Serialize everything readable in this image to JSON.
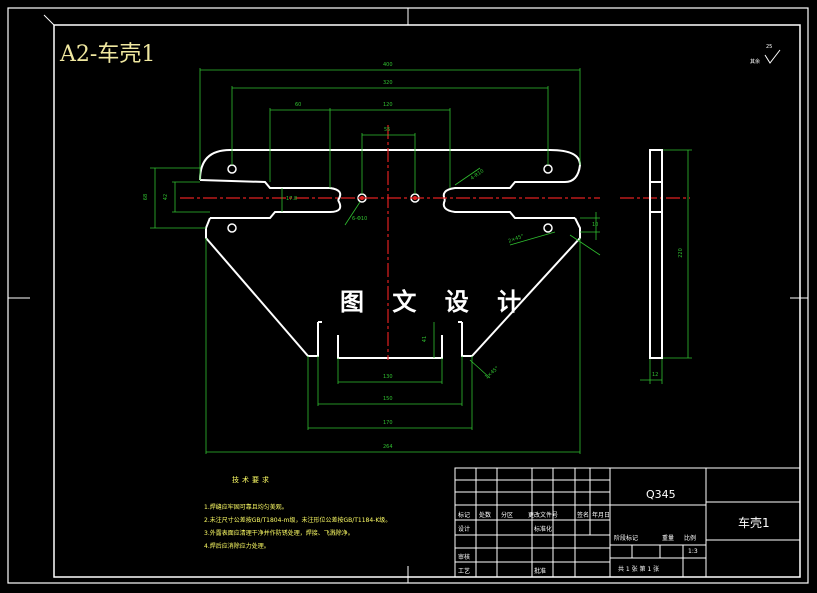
{
  "drawing": {
    "title": "A2-车壳1",
    "watermark": "图 文 设 计",
    "surface_finish": "其余",
    "surface_value": "25"
  },
  "dimensions": {
    "d400": "400",
    "d320": "320",
    "d60": "60",
    "d120": "120",
    "d55": "55",
    "d68": "68",
    "d42": "42",
    "d178": "17.8",
    "d6phi10": "6-Φ10",
    "d4r10": "4-R10",
    "d2x45": "2×45°",
    "d10": "10",
    "d41": "41",
    "d130": "130",
    "d150": "150",
    "d170": "170",
    "d264": "264",
    "d1x45": "1×45°",
    "d220": "220",
    "d12": "12"
  },
  "notes": {
    "title": "技术要求",
    "items": [
      "1.焊缝应牢固可靠且均匀美观。",
      "2.未注尺寸公差按GB/T1804-m级，未注形位公差按GB/T1184-K级。",
      "3.外露表面应清理干净并作防锈处理，焊接、飞溅除净。",
      "4.焊后应消除应力处理。"
    ]
  },
  "title_block": {
    "material": "Q345",
    "part_name": "车壳1",
    "scale": "1:3",
    "row_labels": [
      "标记",
      "处数",
      "分区",
      "更改文件号",
      "签名",
      "年月日"
    ],
    "design": "设计",
    "standardization": "标准化",
    "check": "审核",
    "process": "工艺",
    "approve": "批准",
    "stage_labels": [
      "阶段标记",
      "重量",
      "比例"
    ],
    "sheet": "共 1 张 第 1 张"
  }
}
